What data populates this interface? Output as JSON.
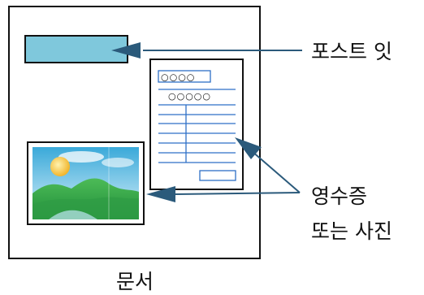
{
  "labels": {
    "post_it": "포스트 잇",
    "receipt_line1": "영수증",
    "receipt_line2": "또는 사진",
    "document": "문서"
  },
  "receipt": {
    "field_1": "○○○○",
    "field_2": "○○○○○"
  },
  "colors": {
    "post_it": "#7fc8dc",
    "arrow": "#2b5a7b",
    "receipt_lines": "#2e6fc6",
    "sky": "#56b7df",
    "sun": "#f5c84a",
    "hills": "#3fae4d"
  }
}
